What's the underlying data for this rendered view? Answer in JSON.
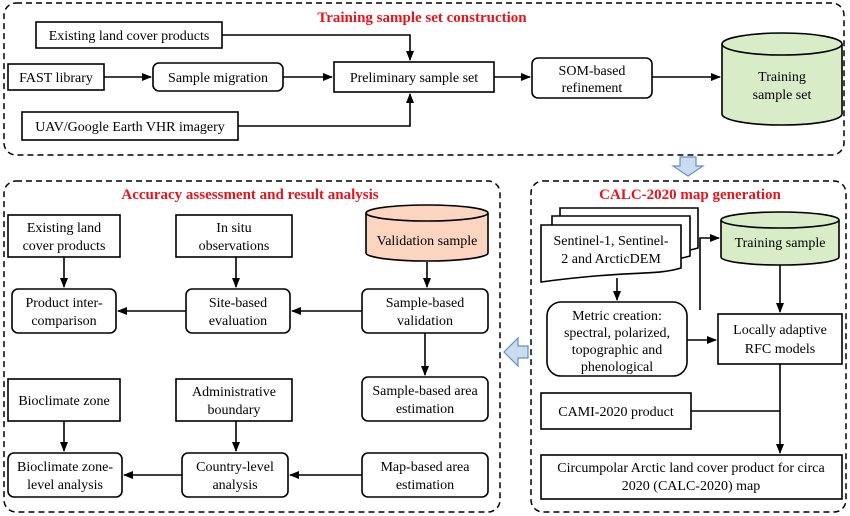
{
  "groups": {
    "training": {
      "title": "Training sample set construction"
    },
    "accuracy": {
      "title": "Accuracy assessment and result analysis"
    },
    "calc": {
      "title": "CALC-2020 map generation"
    }
  },
  "training": {
    "existing_products": "Existing land cover products",
    "fast_library": "FAST library",
    "sample_migration": "Sample migration",
    "preliminary": "Preliminary sample set",
    "som_line1": "SOM-based",
    "som_line2": "refinement",
    "training_set_line1": "Training",
    "training_set_line2": "sample set",
    "uav": "UAV/Google Earth VHR imagery"
  },
  "accuracy": {
    "existing_line1": "Existing land",
    "existing_line2": "cover products",
    "insitu_line1": "In situ",
    "insitu_line2": "observations",
    "validation_sample": "Validation sample",
    "product_line1": "Product inter-",
    "product_line2": "comparison",
    "site_line1": "Site-based",
    "site_line2": "evaluation",
    "sample_val_line1": "Sample-based",
    "sample_val_line2": "validation",
    "sample_area_line1": "Sample-based area",
    "sample_area_line2": "estimation",
    "bioclimate_zone": "Bioclimate zone",
    "admin_line1": "Administrative",
    "admin_line2": "boundary",
    "bio_analysis_line1": "Bioclimate zone-",
    "bio_analysis_line2": "level analysis",
    "country_line1": "Country-level",
    "country_line2": "analysis",
    "map_area_line1": "Map-based area",
    "map_area_line2": "estimation"
  },
  "calc": {
    "sentinel_line1": "Sentinel-1, Sentinel-",
    "sentinel_line2": "2 and ArcticDEM",
    "training_sample": "Training sample",
    "metric_line1": "Metric creation:",
    "metric_line2": "spectral, polarized,",
    "metric_line3": "topographic and",
    "metric_line4": "phenological",
    "rfc_line1": "Locally adaptive",
    "rfc_line2": "RFC models",
    "cami": "CAMI-2020 product",
    "final_line1": "Circumpolar Arctic land cover product for circa",
    "final_line2": "2020 (CALC-2020) map"
  },
  "colors": {
    "title_red": "#e8131b",
    "cylinder_green": "#d9ecc8",
    "cylinder_orange": "#fbd5c0",
    "flow_arrow_blue": "#c9dcf2"
  }
}
